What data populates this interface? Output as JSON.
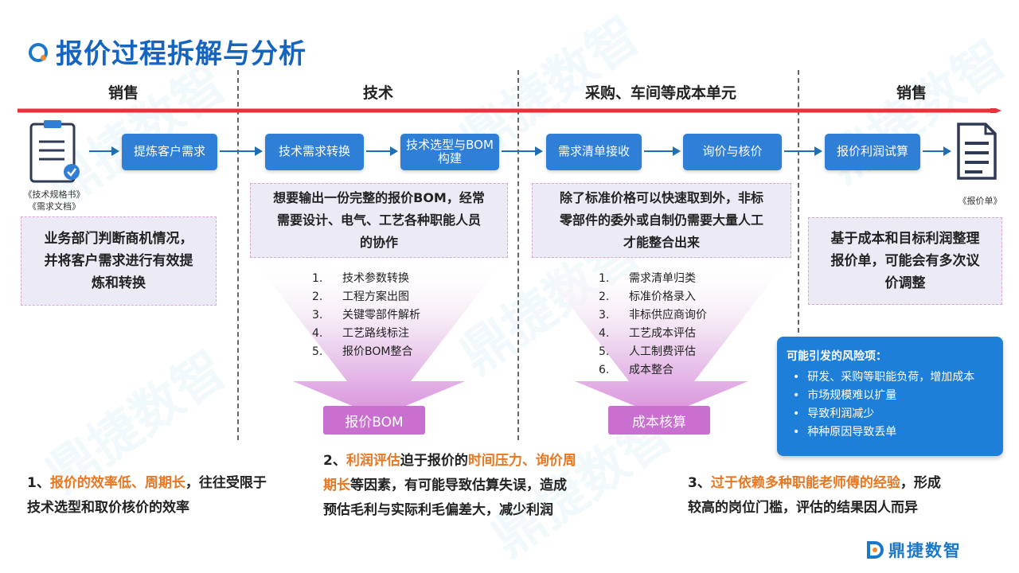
{
  "title": "报价过程拆解与分析",
  "stages": [
    "销售",
    "技术",
    "采购、车间等成本单元",
    "销售"
  ],
  "nodes": {
    "refine_demand": "提炼客户需求",
    "tech_convert": "技术需求转换",
    "tech_bom": "技术选型与BOM\n构建",
    "demand_receive": "需求清单接收",
    "inquiry": "询价与核价",
    "profit_trial": "报价利润试算"
  },
  "docs": {
    "input_caption_1": "《技术规格书》",
    "input_caption_2": "《需求文档》",
    "output_caption": "《报价单》"
  },
  "descriptions": {
    "sales_left": "业务部门判断商机情况，\n并将客户需求进行有效提\n炼和转换",
    "tech": "想要输出一份完整的报价BOM，经常\n需要设计、电气、工艺各种职能人员\n的协作",
    "purchase": "除了标准价格可以快速取到外，非标\n零部件的委外或自制仍需要大量人工\n才能整合出来",
    "sales_right": "基于成本和目标利润整理\n报价单，可能会有多次议\n价调整"
  },
  "tech_steps": [
    {
      "num": "1.",
      "text": "技术参数转换"
    },
    {
      "num": "2.",
      "text": "工程方案出图"
    },
    {
      "num": "3.",
      "text": "关键零部件解析"
    },
    {
      "num": "4.",
      "text": "工艺路线标注"
    },
    {
      "num": "5.",
      "text": "报价BOM整合"
    }
  ],
  "purchase_steps": [
    {
      "num": "1.",
      "text": "需求清单归类"
    },
    {
      "num": "2.",
      "text": "标准价格录入"
    },
    {
      "num": "3.",
      "text": "非标供应商询价"
    },
    {
      "num": "4.",
      "text": "工艺成本评估"
    },
    {
      "num": "5.",
      "text": "人工制费评估"
    },
    {
      "num": "6.",
      "text": "成本整合"
    }
  ],
  "results": {
    "tech": "报价BOM",
    "purchase": "成本核算"
  },
  "risk": {
    "title": "可能引发的风险项：",
    "items": [
      "研发、采购等职能负荷，增加成本",
      "市场规模难以扩量",
      "导致利润减少",
      "种种原因导致丢单"
    ]
  },
  "issues": {
    "one": {
      "prefix": "1、",
      "highlight": "报价的效率低、周期长",
      "rest_line1": "，往往受限于",
      "line2": "技术选型和取价核价的效率"
    },
    "two": {
      "prefix": "2、",
      "highlight1": "利润评估",
      "mid1": "迫于报价的",
      "highlight2": "时间压力、询价周",
      "highlight3": "期长",
      "rest_line2": "等因素，有可能导致估算失误，造成",
      "line3": "预估毛利与实际利毛偏差大，减少利润"
    },
    "three": {
      "prefix": "3、",
      "highlight": "过于依赖多种职能老师傅的经验",
      "rest_line1": "，形成",
      "line2": "较高的岗位门槛，评估的结果因人而异"
    }
  },
  "watermark": "鼎捷数智",
  "logo": "鼎捷数智",
  "colors": {
    "title": "#1565c0",
    "node_bg": "#2f7fd6",
    "timeline": "#e8313b",
    "result_bg": "#c86fd0",
    "risk_bg": "#1e7fd8",
    "highlight": "#e87722"
  }
}
